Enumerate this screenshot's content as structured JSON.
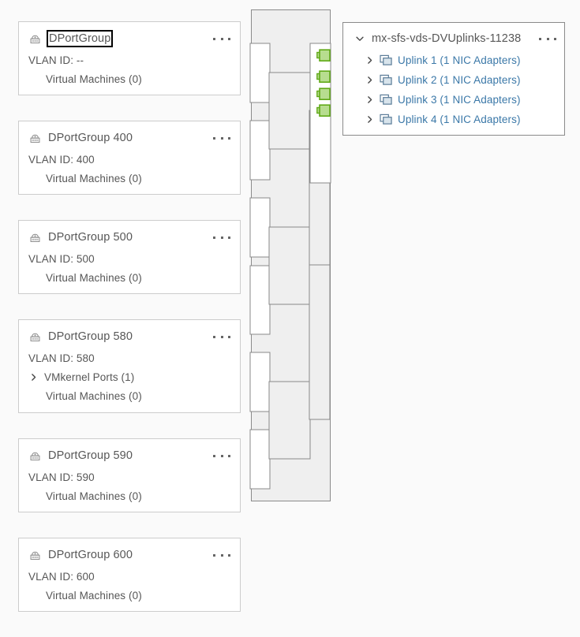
{
  "port_groups": [
    {
      "name": "DPortGroup",
      "icon": "port-group-icon",
      "focused": true,
      "vlan_label": "VLAN ID: --",
      "vmkernel": null,
      "virtual_machines": "Virtual Machines (0)",
      "menu": "more-actions"
    },
    {
      "name": "DPortGroup 400",
      "icon": "port-group-icon",
      "focused": false,
      "vlan_label": "VLAN ID: 400",
      "vmkernel": null,
      "virtual_machines": "Virtual Machines (0)",
      "menu": "more-actions"
    },
    {
      "name": "DPortGroup 500",
      "icon": "port-group-icon",
      "focused": false,
      "vlan_label": "VLAN ID: 500",
      "vmkernel": null,
      "virtual_machines": "Virtual Machines (0)",
      "menu": "more-actions"
    },
    {
      "name": "DPortGroup 580",
      "icon": "port-group-icon",
      "focused": false,
      "vlan_label": "VLAN ID: 580",
      "vmkernel": "VMkernel Ports (1)",
      "virtual_machines": "Virtual Machines (0)",
      "menu": "more-actions"
    },
    {
      "name": "DPortGroup 590",
      "icon": "port-group-icon",
      "focused": false,
      "vlan_label": "VLAN ID: 590",
      "vmkernel": null,
      "virtual_machines": "Virtual Machines (0)",
      "menu": "more-actions"
    },
    {
      "name": "DPortGroup 600",
      "icon": "port-group-icon",
      "focused": false,
      "vlan_label": "VLAN ID: 600",
      "vmkernel": null,
      "virtual_machines": "Virtual Machines (0)",
      "menu": "more-actions"
    }
  ],
  "uplink_panel": {
    "title": "mx-sfs-vds-DVUplinks-11238",
    "expanded": true,
    "menu": "more-actions",
    "uplinks": [
      {
        "label": "Uplink 1 (1 NIC Adapters)",
        "icon": "nic-adapter-icon",
        "expanded": false
      },
      {
        "label": "Uplink 2 (1 NIC Adapters)",
        "icon": "nic-adapter-icon",
        "expanded": false
      },
      {
        "label": "Uplink 3 (1 NIC Adapters)",
        "icon": "nic-adapter-icon",
        "expanded": false
      },
      {
        "label": "Uplink 4 (1 NIC Adapters)",
        "icon": "nic-adapter-icon",
        "expanded": false
      }
    ]
  },
  "switch": {
    "port_indicators": [
      {
        "state": "connected",
        "uplink": "Uplink 1"
      },
      {
        "state": "connected",
        "uplink": "Uplink 2"
      },
      {
        "state": "connected",
        "uplink": "Uplink 3"
      },
      {
        "state": "connected",
        "uplink": "Uplink 4"
      }
    ]
  },
  "colors": {
    "page_background": "#fafafa",
    "card_background": "#ffffff",
    "card_border": "#cccccc",
    "switch_fill": "#efefef",
    "switch_border": "#8a8a8a",
    "connector_line": "#8a8a8a",
    "text_primary": "#575757",
    "text_secondary": "#565656",
    "link_blue": "#3b78a8",
    "port_green_fill": "#b7dd8f",
    "port_green_border": "#60a917",
    "focus_outline": "#000000"
  }
}
